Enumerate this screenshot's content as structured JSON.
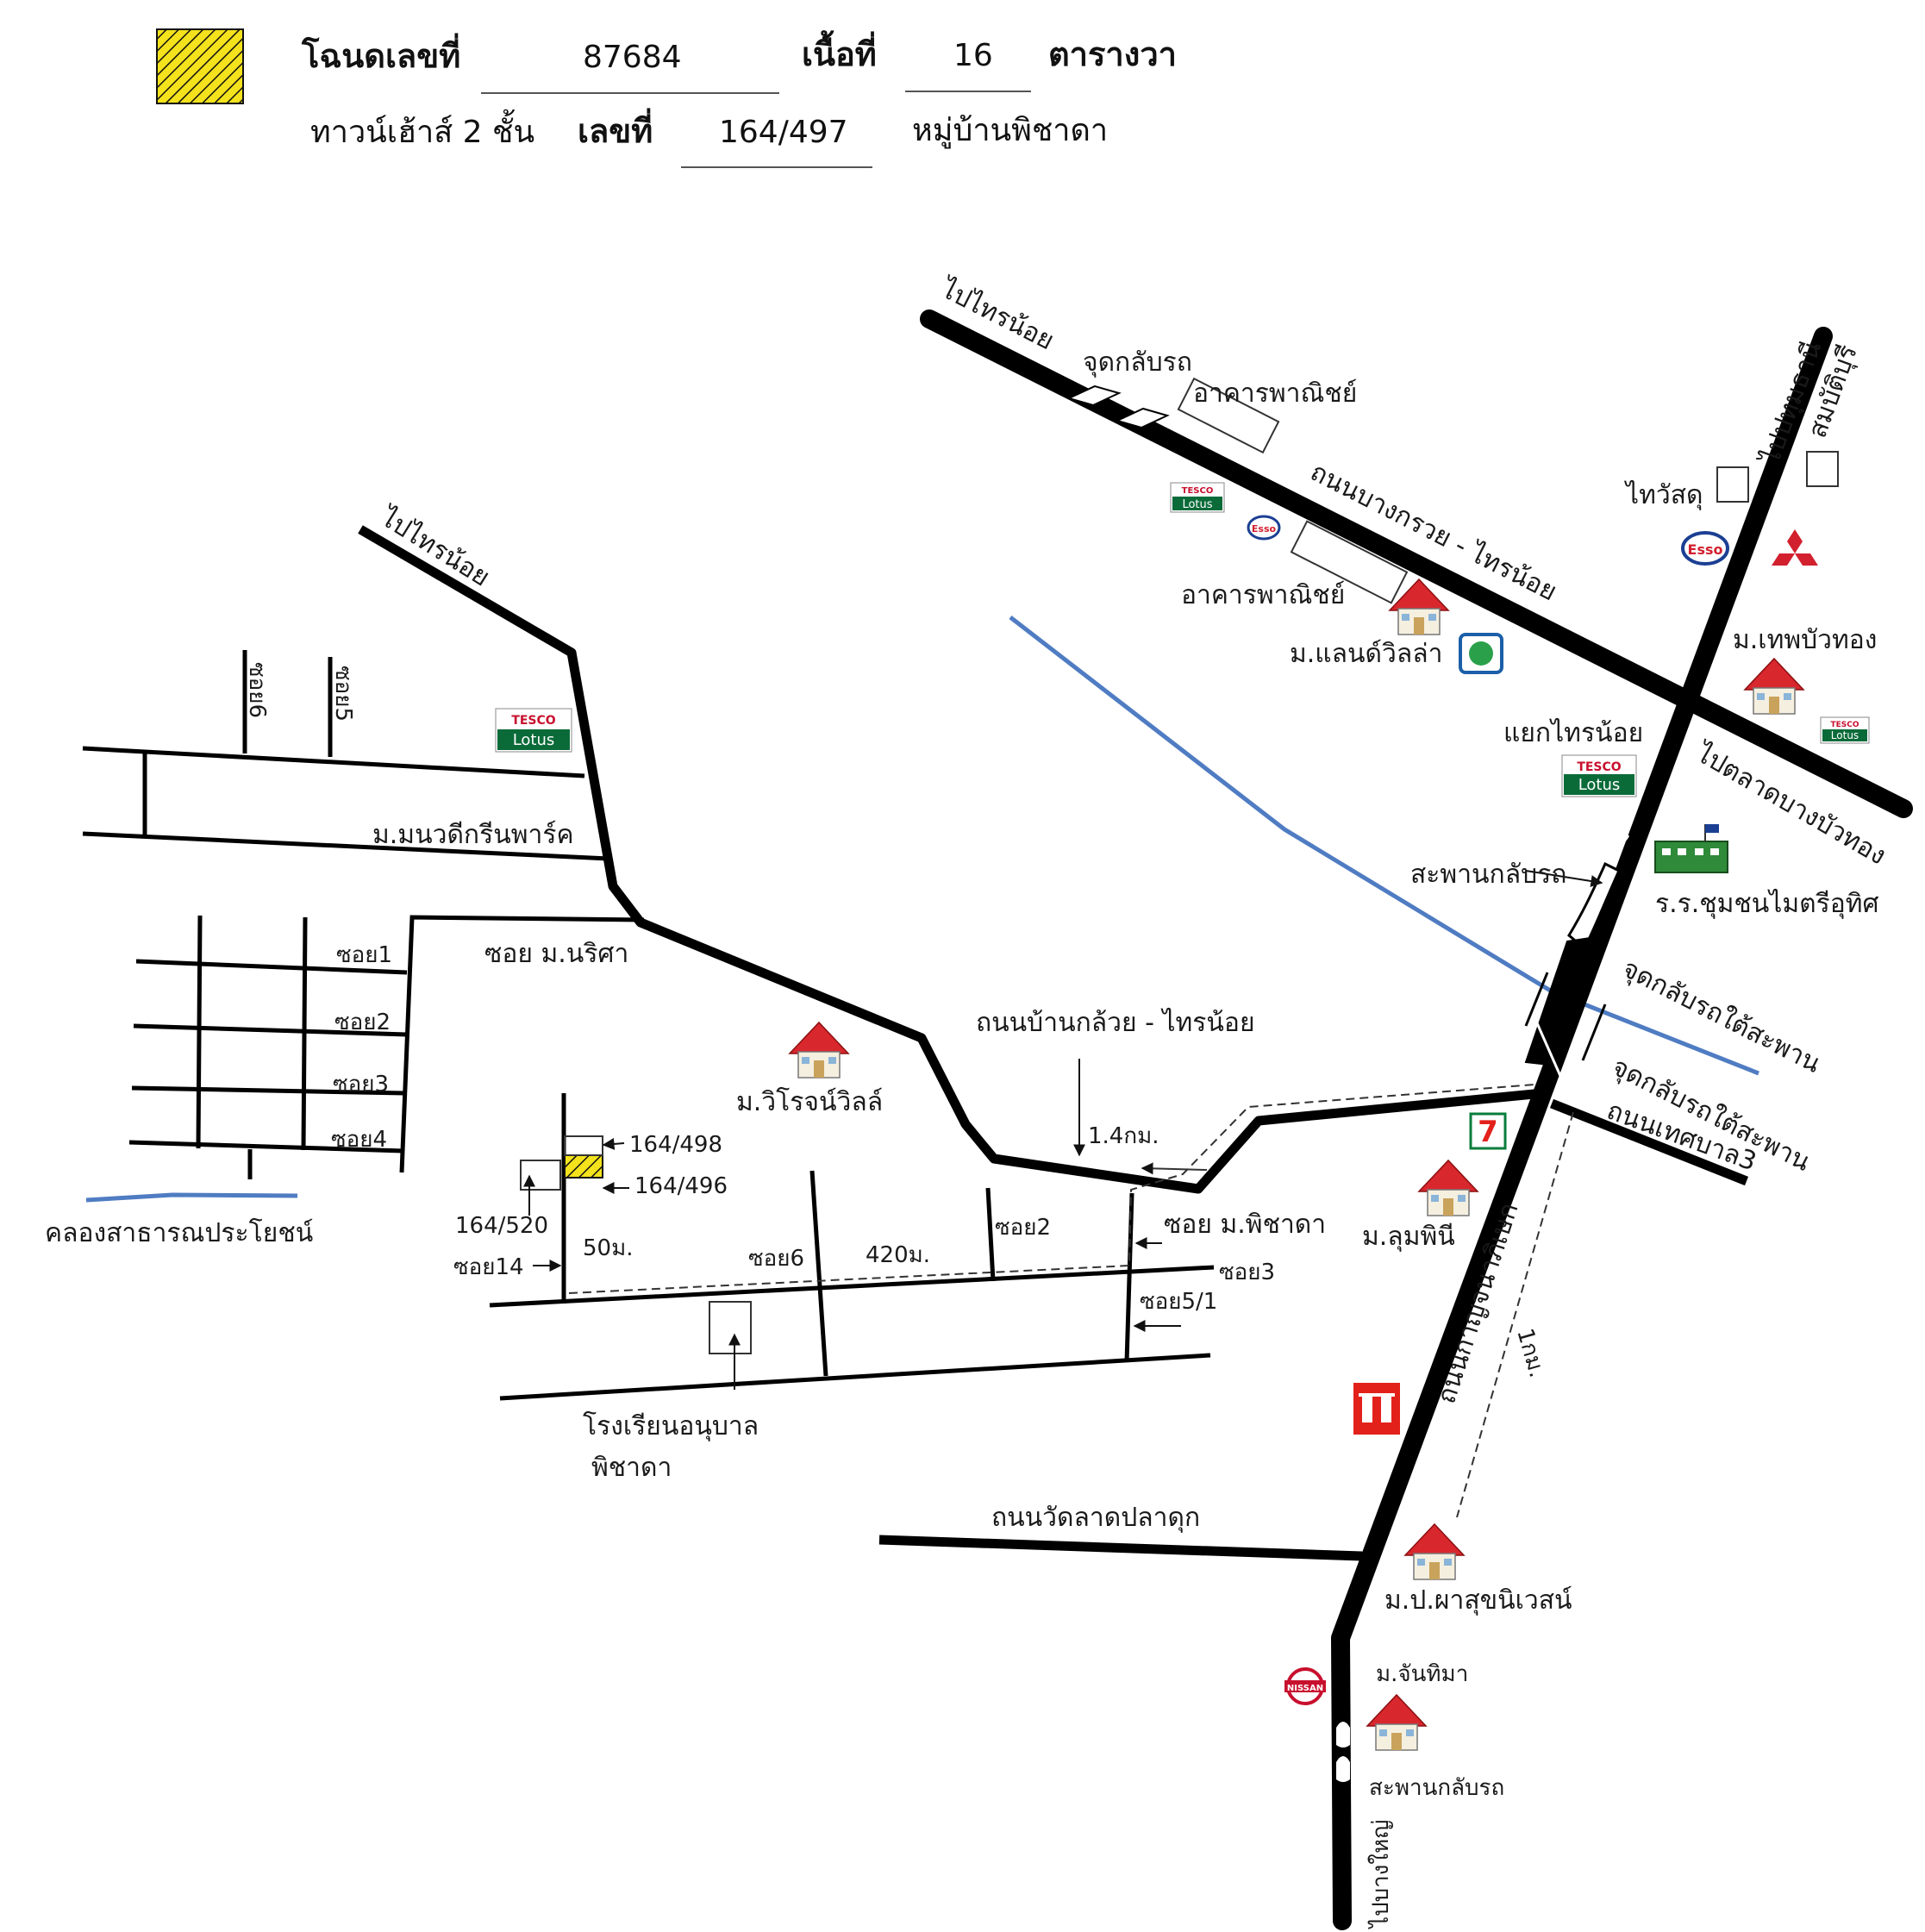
{
  "header": {
    "deed_label": "โฉนดเลขที่",
    "deed_no": "87684",
    "area_label": "เนื้อที่",
    "area_value": "16",
    "area_unit": "ตารางวา",
    "house_type": "ทาวน์เฮ้าส์ 2 ชั้น",
    "number_label": "เลขที่",
    "house_no": "164/497",
    "village": "หมู่บ้านพิชาดา"
  },
  "labels": {
    "to_sainoi_top": "ไปไทรน้อย",
    "uturn_top": "จุดกลับรถ",
    "commercial_1": "อาคารพาณิชย์",
    "commercial_2": "อาคารพาณิชย์",
    "bangkruai_sainoi_rd": "ถนนบางกรวย - ไทรน้อย",
    "land_villa": "ม.แลนด์วิลล่า",
    "makro": "makro",
    "sainoi_junction": "แยกไทรน้อย",
    "to_pathumthani": "ไปปทุมธานี",
    "sombat_buri": "สมบัติบุรี",
    "thai_watsadu": "ไทวัสดุ",
    "thep_bua_thong": "ม.เทพบัวทอง",
    "to_lat_bang_bua_thong": "ไปตลาดบางบัวทอง",
    "bridge_uturn": "สะพานกลับรถ",
    "maitri_school": "ร.ร.ชุมชนไมตรีอุทิศ",
    "uturn_under_bridge_1": "จุดกลับรถใต้สะพาน",
    "uturn_under_bridge_2": "จุดกลับรถใต้สะพาน",
    "thetsaban3_rd": "ถนนเทศบาล3",
    "to_sainoi_left": "ไปไทรน้อย",
    "soi6_top": "ซอย6",
    "soi5_top": "ซอย5",
    "manawadee": "ม.มนวดีกรีนพาร์ค",
    "soi_narisa": "ซอย ม.นริศา",
    "soi1": "ซอย1",
    "soi2": "ซอย2",
    "soi3": "ซอย3",
    "soi4": "ซอย4",
    "canal": "คลองสาธารณประโยชน์",
    "banklui_sainoi_rd": "ถนนบ้านกล้วย - ไทรน้อย",
    "wiroj_villa": "ม.วิโรจน์วิลล์",
    "dist_1_4km": "1.4กม.",
    "h164_498": "164/498",
    "h164_496": "164/496",
    "h164_520": "164/520",
    "soi14": "ซอย14",
    "dist_50m": "50ม.",
    "soi6_bottom": "ซอย6",
    "dist_420m": "420ม.",
    "soi2_bottom": "ซอย2",
    "soi_pichada": "ซอย ม.พิชาดา",
    "soi3_bottom": "ซอย3",
    "soi5_1": "ซอย5/1",
    "lumphini": "ม.ลุมพินี",
    "kanchana_rd": "ถนนกาญจนาภิเษก",
    "dist_1km": "1กม.",
    "kindergarten_1": "โรงเรียนอนุบาล",
    "kindergarten_2": "พิชาดา",
    "wat_lat_pla_duk_rd": "ถนนวัดลาดปลาดุก",
    "phasuk_niwet": "ม.ป.ผาสุขนิเวสน์",
    "chanthima": "ม.จันทิมา",
    "bridge_uturn_bottom": "สะพานกลับรถ",
    "to_bang_yai": "ไปบางใหญ่"
  },
  "logos": {
    "tesco_top": "TESCO",
    "lotus": "Lotus",
    "esso": "Esso",
    "seven_eleven": "7",
    "nissan": "NISSAN"
  },
  "colors": {
    "road": "#000000",
    "river": "#4f7cc2",
    "house_roof": "#d9272e",
    "marker_fill": "#f4e21c",
    "tesco_green": "#0a6b39",
    "tesco_red": "#c8102e",
    "esso_blue": "#1b3f93",
    "esso_red": "#d2202f",
    "makro_red": "#e3211b"
  }
}
